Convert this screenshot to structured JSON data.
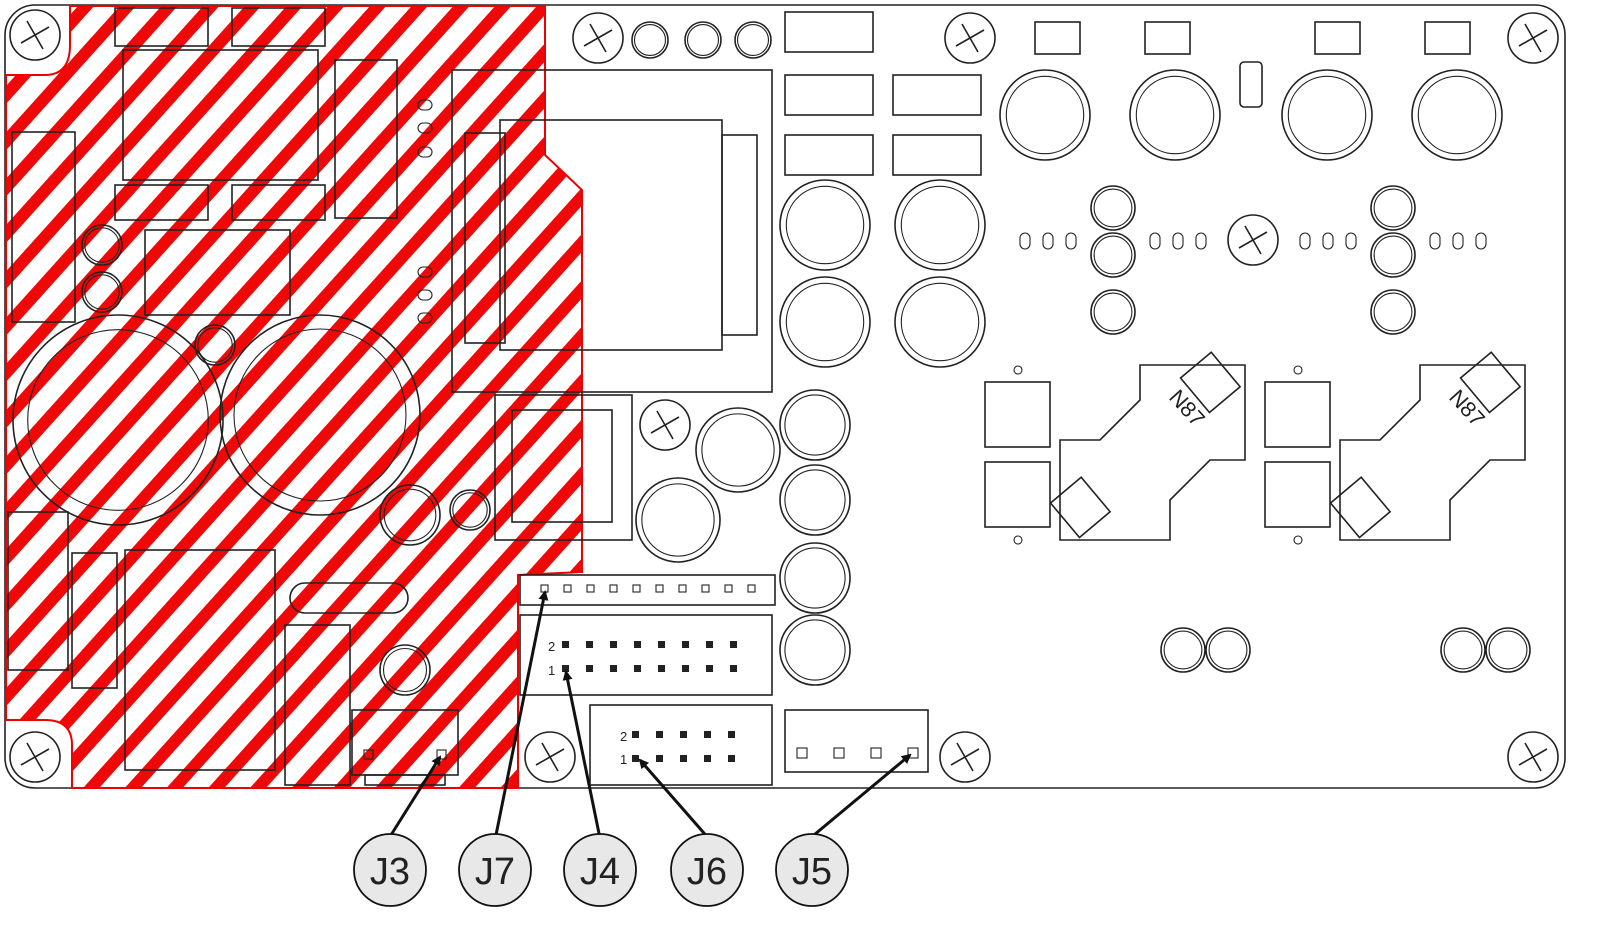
{
  "diagram": {
    "callouts": [
      {
        "label": "J3"
      },
      {
        "label": "J7"
      },
      {
        "label": "J4"
      },
      {
        "label": "J6"
      },
      {
        "label": "J5"
      }
    ],
    "pin_labels": {
      "j4_pin2": "2",
      "j4_pin1": "1",
      "j6_pin2": "2",
      "j6_pin1": "1"
    },
    "core_markings": [
      "N87",
      "N87"
    ],
    "colors": {
      "hatch": "#ee0000",
      "outline": "#222222",
      "callout_fill": "#e8e8e8"
    }
  }
}
